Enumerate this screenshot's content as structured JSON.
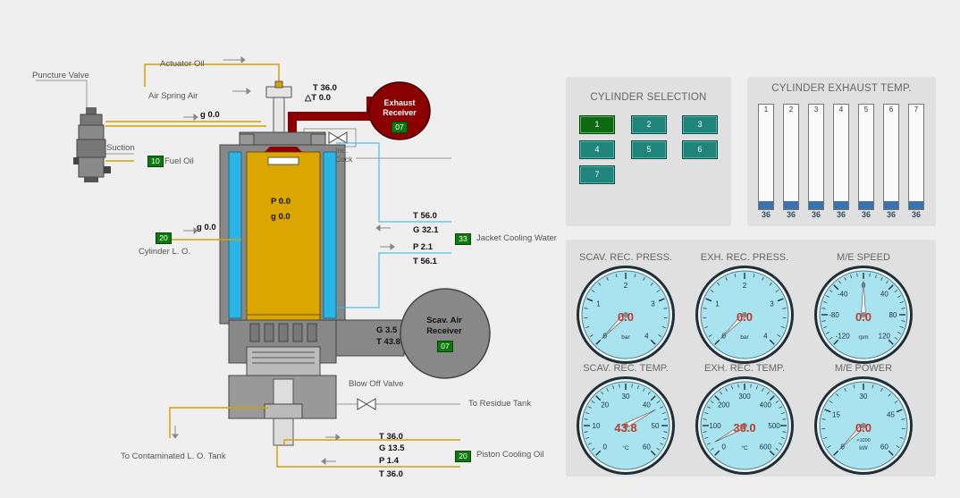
{
  "engine": {
    "labels": {
      "actuator_oil": "Actuator Oil",
      "puncture_valve": "Puncture Valve",
      "air_spring_air": "Air Spring Air",
      "suction": "Suction",
      "fuel_oil": "Fuel Oil",
      "cylinder_lo": "Cylinder L. O.",
      "jacket_cooling_water": "Jacket Cooling Water",
      "ind_cock": "Ind.\nCock",
      "blow_off_valve": "Blow Off Valve",
      "to_residue_tank": "To Residue Tank",
      "to_contaminated_lo_tank": "To Contaminated L. O. Tank",
      "piston_cooling_oil": "Piston Cooling Oil",
      "exhaust_receiver": "Exhaust\nReceiver",
      "scav_air_receiver": "Scav. Air\nReceiver"
    },
    "boxes": {
      "exhaust_receiver": "07",
      "fuel_oil": "10",
      "cylinder_lo": "20",
      "jacket_cooling_water": "33",
      "scav_air_receiver": "07",
      "piston_cooling_oil": "20"
    },
    "values": {
      "exh_T": "T 36.0",
      "exh_dT": "△T 0.0",
      "air_spring_g": "g 0.0",
      "cyl_lo_g": "g 0.0",
      "cyl_P": "P 0.0",
      "cyl_g": "g 0.0",
      "jcw_T_in": "T 56.0",
      "jcw_G": "G 32.1",
      "jcw_P": "P 2.1",
      "jcw_T_out": "T 56.1",
      "scav_G": "G 3.5",
      "scav_T": "T 43.8",
      "pco_T_in": "T 36.0",
      "pco_G": "G 13.5",
      "pco_P": "P 1.4",
      "pco_T_out": "T 36.0"
    }
  },
  "cylinder_selection": {
    "title": "CYLINDER SELECTION",
    "buttons": [
      "1",
      "2",
      "3",
      "4",
      "5",
      "6",
      "7"
    ],
    "selected": "1"
  },
  "exhaust_temp": {
    "title": "CYLINDER EXHAUST TEMP.",
    "cylinders": [
      "1",
      "2",
      "3",
      "4",
      "5",
      "6",
      "7"
    ],
    "values": [
      36,
      36,
      36,
      36,
      36,
      36,
      36
    ],
    "value_labels": [
      "36",
      "36",
      "36",
      "36",
      "36",
      "36",
      "36"
    ],
    "fill_fraction": 0.08,
    "fill_color": "#3a72ad"
  },
  "gauges": [
    {
      "title": "SCAV. REC. PRESS.",
      "value": "0.0",
      "unit": "bar",
      "ticks": [
        "0",
        "1",
        "2",
        "3",
        "4"
      ],
      "min": 0,
      "max": 4,
      "reading": 0.0
    },
    {
      "title": "EXH. REC. PRESS.",
      "value": "0.0",
      "unit": "bar",
      "ticks": [
        "0",
        "1",
        "2",
        "3",
        "4"
      ],
      "min": 0,
      "max": 4,
      "reading": 0.0
    },
    {
      "title": "M/E SPEED",
      "value": "0.0",
      "unit": "rpm",
      "ticks": [
        "-120",
        "-80",
        "-40",
        "0",
        "40",
        "80",
        "120"
      ],
      "min": -120,
      "max": 120,
      "reading": 0.0
    },
    {
      "title": "SCAV. REC. TEMP.",
      "value": "43.8",
      "unit": "°C",
      "ticks": [
        "0",
        "10",
        "20",
        "30",
        "40",
        "50",
        "60"
      ],
      "min": 0,
      "max": 60,
      "reading": 43.8
    },
    {
      "title": "EXH. REC. TEMP.",
      "value": "36.0",
      "unit": "°C",
      "ticks": [
        "0",
        "100",
        "200",
        "300",
        "400",
        "500",
        "600"
      ],
      "min": 0,
      "max": 600,
      "reading": 36.0
    },
    {
      "title": "M/E POWER",
      "value": "0.0",
      "unit": "kW",
      "sub_unit": "×1000",
      "ticks": [
        "0",
        "15",
        "30",
        "45",
        "60"
      ],
      "min": 0,
      "max": 60,
      "reading": 0.0
    }
  ],
  "colors": {
    "cylinder_fill": "#dba600",
    "jacket_water": "#29b6e6",
    "exhaust": "#8b0000",
    "scav_receiver": "#777777",
    "gauge_face": "#a8e3ef",
    "needle_value": "#c0392b"
  }
}
